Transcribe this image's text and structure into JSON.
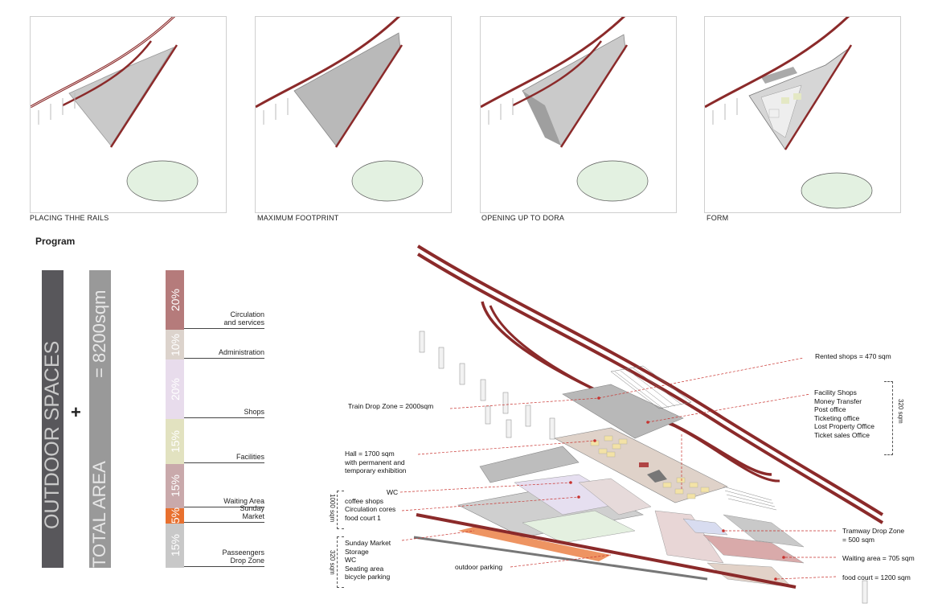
{
  "panels": [
    {
      "caption": "PLACING THHE RAILS"
    },
    {
      "caption": "MAXIMUM FOOTPRINT"
    },
    {
      "caption": "OPENING UP TO DORA"
    },
    {
      "caption": "FORM"
    }
  ],
  "program": {
    "title": "Program",
    "outdoor_label": "OUTDOOR SPACES",
    "plus": "+",
    "total_label": "TOTAL AREA",
    "total_value": "= 8200sqm",
    "segments": [
      {
        "pct": "20%",
        "label_lines": [
          "Circulation",
          "and services"
        ],
        "color": "#b57b7b",
        "value": 20
      },
      {
        "pct": "10%",
        "label_lines": [
          "Administration"
        ],
        "color": "#dcd3cc",
        "value": 10
      },
      {
        "pct": "20%",
        "label_lines": [
          "Shops"
        ],
        "color": "#e8dcec",
        "value": 20
      },
      {
        "pct": "15%",
        "label_lines": [
          "Facilities"
        ],
        "color": "#e2e2c0",
        "value": 15
      },
      {
        "pct": "15%",
        "label_lines": [
          "Waiting Area"
        ],
        "color": "#c9a9ab",
        "value": 15
      },
      {
        "pct": "5%",
        "label_lines": [
          "Sunday",
          "Market"
        ],
        "color": "#e8702e",
        "value": 5
      },
      {
        "pct": "15%",
        "label_lines": [
          "Passeengers",
          "Drop Zone"
        ],
        "color": "#c8c8c8",
        "value": 15
      }
    ]
  },
  "annotations": {
    "rented": "Rented shops = 470 sqm",
    "facility": [
      "Facility Shops",
      "Money Transfer",
      "Post office",
      "Ticketing office",
      "Lost Property Office",
      "Ticket sales Office"
    ],
    "facility_area": "320 sqm",
    "train_drop": "Train Drop Zone = 2000sqm",
    "hall": [
      "Hall = 1700 sqm",
      "with permanent and",
      "temporary exhibition"
    ],
    "hall_group": [
      "WC",
      "coffee shops",
      "Circulation cores",
      "food court 1"
    ],
    "hall_group_area": "1000 sqm",
    "market_group": [
      "Sunday Market",
      "Storage",
      "WC",
      "Seating area",
      "bicycle parking"
    ],
    "market_group_area": "320 sqm",
    "outdoor_parking": "outdoor parking",
    "tramway": [
      "Tramway Drop Zone",
      "= 500 sqm"
    ],
    "waiting": "Waiting area = 705 sqm",
    "food_court": "food court = 1200 sqm"
  },
  "colors": {
    "rail": "#8b2a2a",
    "grass": "#e3f1e1",
    "roof": "#cfc7c2",
    "accent": "#c8312d"
  }
}
